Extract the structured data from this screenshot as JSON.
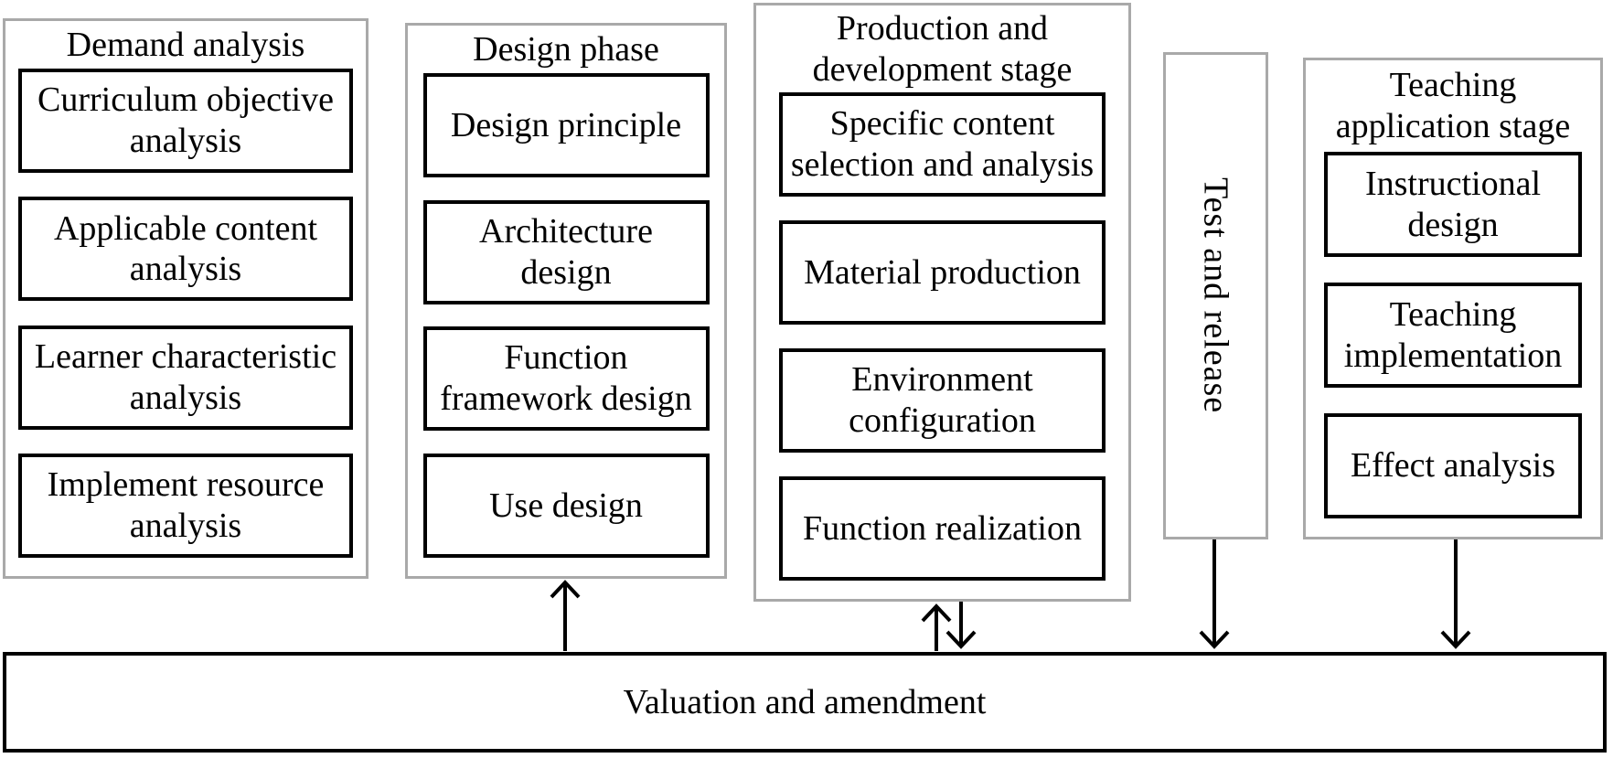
{
  "diagram": {
    "panels": [
      {
        "title": "Demand analysis",
        "boxes": [
          "Curriculum objective\nanalysis",
          "Applicable content\nanalysis",
          "Learner characteristic\nanalysis",
          "Implement resource\nanalysis"
        ]
      },
      {
        "title": "Design phase",
        "boxes": [
          "Design principle",
          "Architecture\ndesign",
          "Function\nframework design",
          "Use design"
        ]
      },
      {
        "title": "Production and\ndevelopment stage",
        "boxes": [
          "Specific content\nselection and analysis",
          "Material production",
          "Environment\nconfiguration",
          "Function realization"
        ]
      },
      {
        "title": "Teaching\napplication stage",
        "boxes": [
          "Instructional\ndesign",
          "Teaching\nimplementation",
          "Effect analysis"
        ]
      }
    ],
    "test_and_release": {
      "label": "Test and release"
    },
    "bottom_bar": {
      "label": "Valuation and amendment"
    },
    "colors": {
      "panel_border": "#a9a9a9",
      "box_border": "#000000",
      "arrow": "#000000",
      "background": "#ffffff",
      "text": "#000000"
    }
  }
}
